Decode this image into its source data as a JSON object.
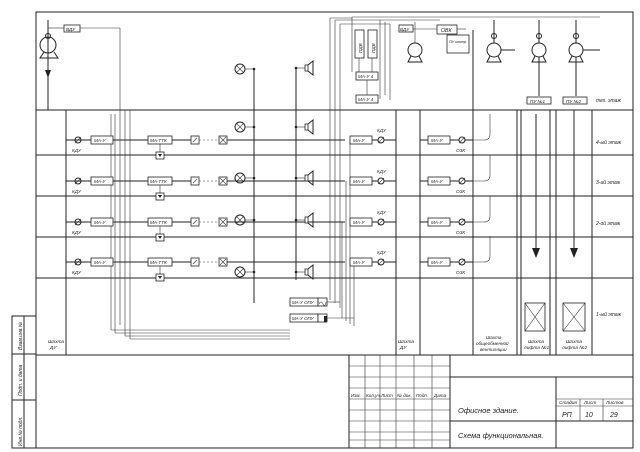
{
  "title_block": {
    "col_headers": [
      "Изм.",
      "Кол.уч.",
      "Лист",
      "№ док.",
      "Подп.",
      "Дата"
    ],
    "project_name": "Офисное здание.",
    "sheet_title": "Схема функциональная.",
    "stage_label": "Стадия",
    "sheet_label": "Лист",
    "sheets_label": "Листов",
    "stage": "РП",
    "sheet_no": "10",
    "sheets_total": "29"
  },
  "side_stamp": [
    "Инв.№ подл.",
    "Подп. и дата",
    "Взам.инв.№"
  ],
  "floors": [
    "тех. этаж",
    "4-ый этаж",
    "3-ий этаж",
    "2-ой этаж",
    "1-ый этаж"
  ],
  "shafts": {
    "du": [
      "Шахта",
      "ДУ"
    ],
    "du2": [
      "Шахта",
      "ДУ"
    ],
    "vent": [
      "Шахта",
      "общеобменной",
      "вентиляции"
    ],
    "lift1": [
      "Шахта",
      "лифта №1"
    ],
    "lift2": [
      "Шахта",
      "лифта №2"
    ]
  },
  "labels": {
    "vdu": "ВДУ",
    "vdu2": "ВДУ",
    "pdv": "ПДВ",
    "ovk": "ОВК",
    "kdu": "КДУ",
    "ozk": "ОЗК",
    "ma_u": "МА-У",
    "ma_ttk": "МА-ТТК",
    "ma_u4": "МА-У 4",
    "ma_u_opu": "МА-У ОПУ",
    "pu": "ПУ",
    "pu_kompr": "ПУ компр.",
    "pu1": "ПУ №1",
    "pu2": "ПУ №2"
  }
}
